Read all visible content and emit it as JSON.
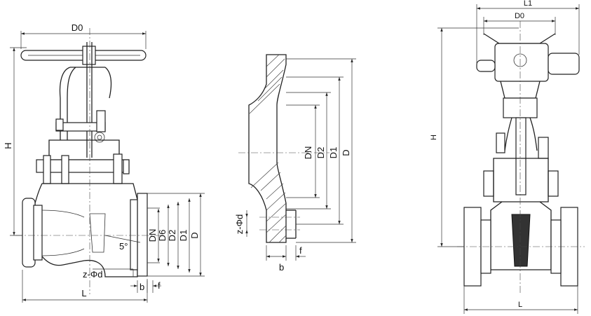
{
  "side_view": {
    "dim_d0": "D0",
    "dim_h": "H",
    "dim_dn": "DN",
    "dim_d6": "D6",
    "dim_d2": "D2",
    "dim_d1": "D1",
    "dim_d": "D",
    "angle": "5°",
    "bolt_holes": "z-Φd",
    "dim_b": "b",
    "dim_f": "f",
    "dim_l": "L"
  },
  "flange_detail": {
    "dim_dn": "DN",
    "dim_d2": "D2",
    "dim_d1": "D1",
    "dim_d": "D",
    "bolt_holes": "z-Φd",
    "dim_b": "b",
    "dim_f": "f"
  },
  "electric_view": {
    "dim_l1": "L1",
    "dim_d0": "D0",
    "dim_h": "H",
    "dim_l": "L"
  }
}
